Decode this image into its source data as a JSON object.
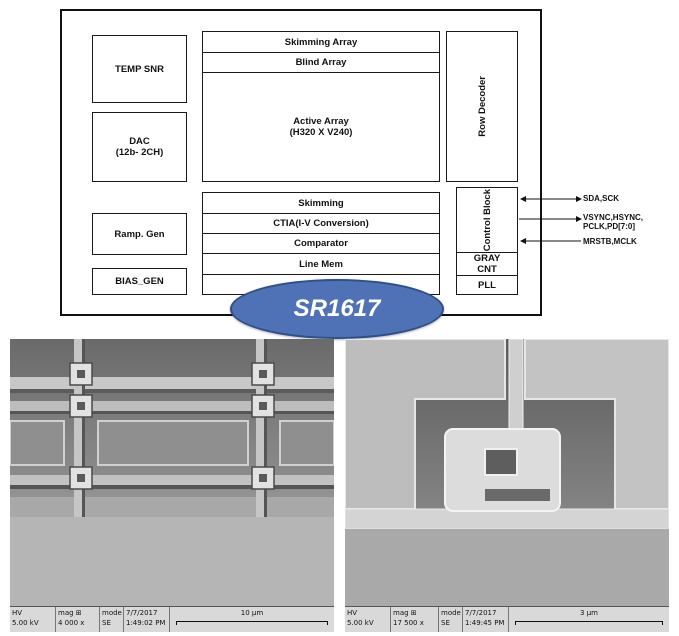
{
  "blocks": {
    "temp_snr": "TEMP SNR",
    "dac": "DAC\n(12b- 2CH)",
    "ramp_gen": "Ramp. Gen",
    "bias_gen": "BIAS_GEN",
    "skimming_array": "Skimming Array",
    "blind_array": "Blind Array",
    "active_array": "Active Array\n(H320 X V240)",
    "row_decoder": "Row Decoder",
    "skimming": "Skimming",
    "ctia": "CTIA(I-V Conversion)",
    "comparator": "Comparator",
    "line_mem": "Line Mem",
    "control_block": "Control Block",
    "gray_cnt": "GRAY\nCNT",
    "pll": "PLL"
  },
  "signals": {
    "sda_sck": "SDA,SCK",
    "vsync": "VSYNC,HSYNC,\nPCLK,PD[7:0]",
    "mrstb": "MRSTB,MCLK"
  },
  "chip_label": "SR1617",
  "sem_images": [
    {
      "hv_label": "HV",
      "hv": "5.00 kV",
      "mag_label": "mag ⊞",
      "mag": "4 000 x",
      "mode_label": "mode",
      "mode": "SE",
      "date": "7/7/2017",
      "time": "1:49:02 PM",
      "scale": "10 µm"
    },
    {
      "hv_label": "HV",
      "hv": "5.00 kV",
      "mag_label": "mag ⊞",
      "mag": "17 500 x",
      "mode_label": "mode",
      "mode": "SE",
      "date": "7/7/2017",
      "time": "1:49:45 PM",
      "scale": "3 µm"
    }
  ]
}
